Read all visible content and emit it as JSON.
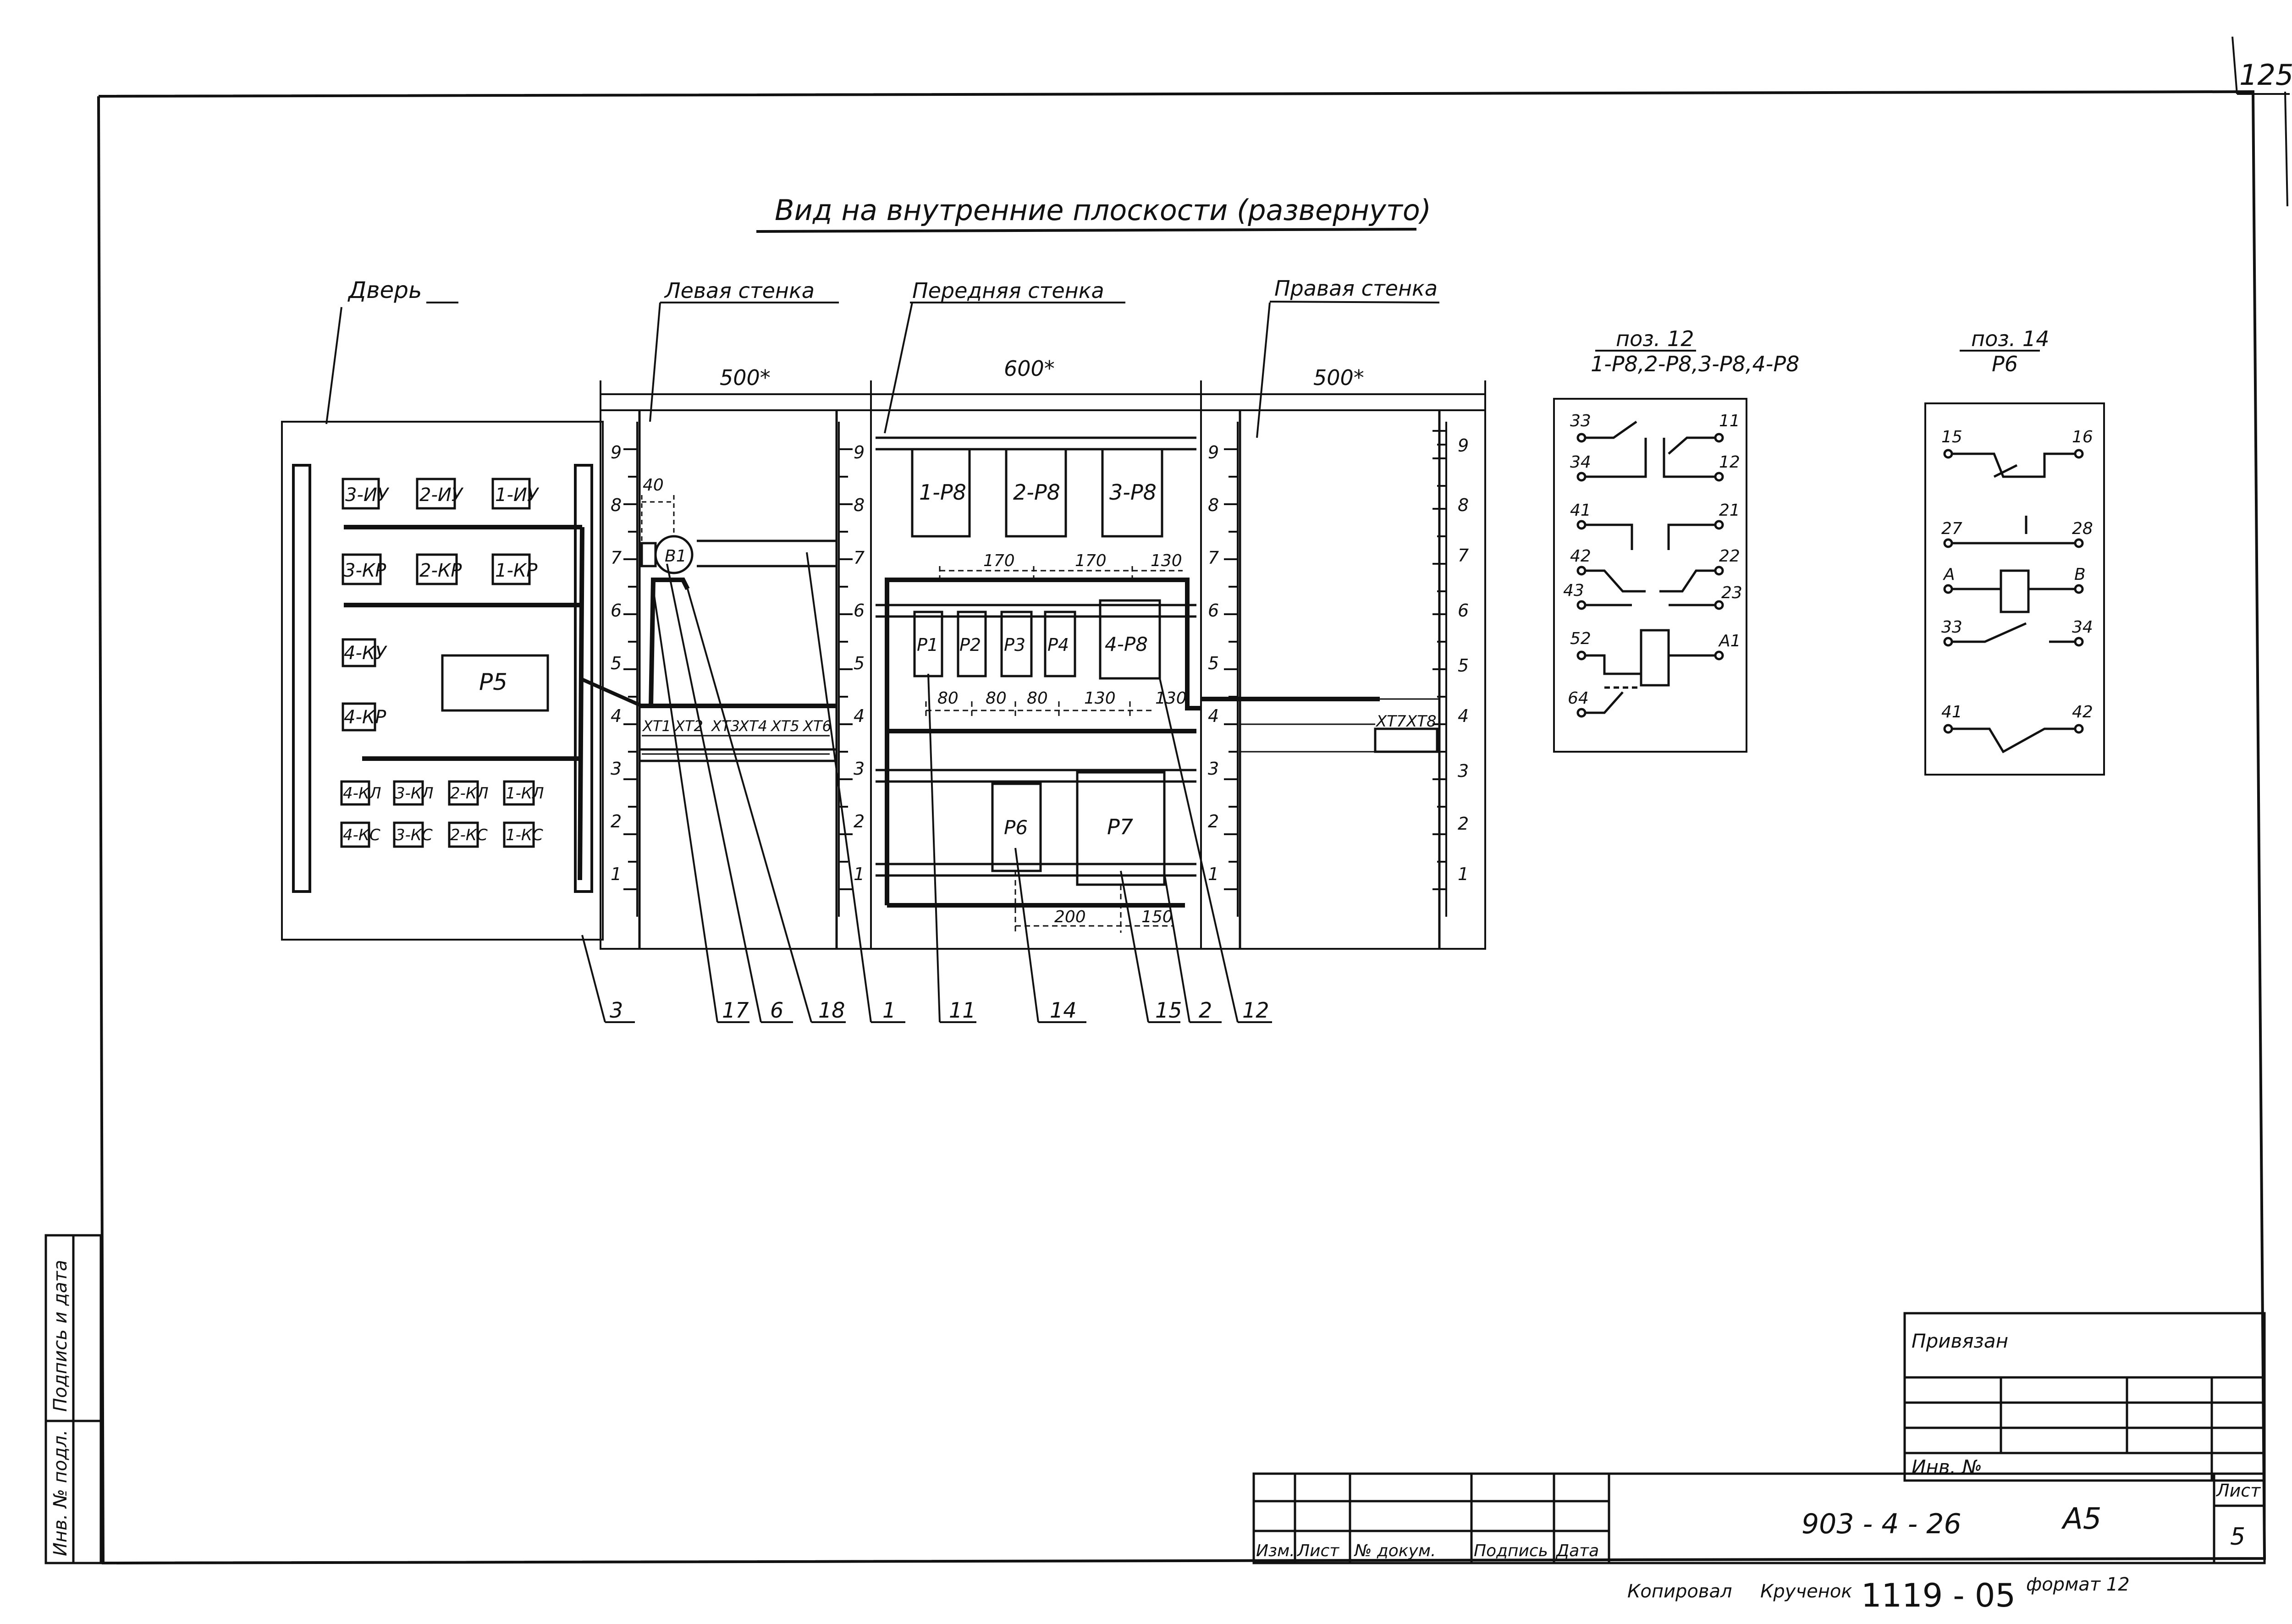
{
  "page_number": "125",
  "title": "Вид на внутренние плоскости (развернуто)",
  "sections": {
    "door": "Дверь",
    "left_wall": "Левая стенка",
    "front_wall": "Передняя стенка",
    "right_wall": "Правая стенка"
  },
  "dims": {
    "left_wall": "500*",
    "front_wall": "600*",
    "right_wall": "500*",
    "d40": "40",
    "d170a": "170",
    "d170b": "170",
    "d130a": "130",
    "d80a": "80",
    "d80b": "80",
    "d80c": "80",
    "d130b": "130",
    "d130c": "130",
    "d200": "200",
    "d150": "150"
  },
  "scale_marks": [
    "1",
    "2",
    "3",
    "4",
    "5",
    "6",
    "7",
    "8",
    "9"
  ],
  "door_components": [
    "3-ИУ",
    "2-ИУ",
    "1-ИУ",
    "3-КР",
    "2-КР",
    "1-КР",
    "4-КУ",
    "Р5",
    "4-КР",
    "4-КЛ",
    "3-КЛ",
    "2-КЛ",
    "1-КЛ",
    "4-КС",
    "3-КС",
    "2-КС",
    "1-КС"
  ],
  "left_wall_components": [
    "В1",
    "XT1",
    "XT2",
    "XT3",
    "XT4",
    "XT5",
    "XT6"
  ],
  "front_wall_components": [
    "1-Р8",
    "2-Р8",
    "3-Р8",
    "Р1",
    "Р2",
    "Р3",
    "Р4",
    "4-Р8",
    "Р6",
    "Р7"
  ],
  "right_wall_components": [
    "XT7",
    "XT8"
  ],
  "callouts": [
    "3",
    "17",
    "6",
    "18",
    "1",
    "11",
    "14",
    "15",
    "2",
    "12"
  ],
  "pos12": {
    "heading": "поз. 12",
    "subheading": "1-Р8,2-Р8,3-Р8,4-Р8",
    "terminals": [
      "33",
      "34",
      "11",
      "12",
      "41",
      "21",
      "42",
      "43",
      "22",
      "23",
      "52",
      "А1",
      "64"
    ]
  },
  "pos14": {
    "heading": "поз. 14",
    "subheading": "Р6",
    "terminals": [
      "15",
      "16",
      "27",
      "28",
      "А",
      "В",
      "33",
      "34",
      "41",
      "42"
    ]
  },
  "left_strip": {
    "inv": "Инв. № подл.",
    "sign": "Подпись и дата"
  },
  "title_block": {
    "privyazan": "Привязан",
    "inv_no": "Инв. №",
    "columns": [
      "Изм.",
      "Лист",
      "№ докум.",
      "Подпись",
      "Дата"
    ],
    "doc_code": "903 - 4 - 26",
    "sheet_code": "А5",
    "sheet_label": "Лист",
    "sheet_number": "5"
  },
  "footer": {
    "copied": "Копировал",
    "copier": "Крученок",
    "number": "1119 - 05",
    "format": "формат 12"
  }
}
